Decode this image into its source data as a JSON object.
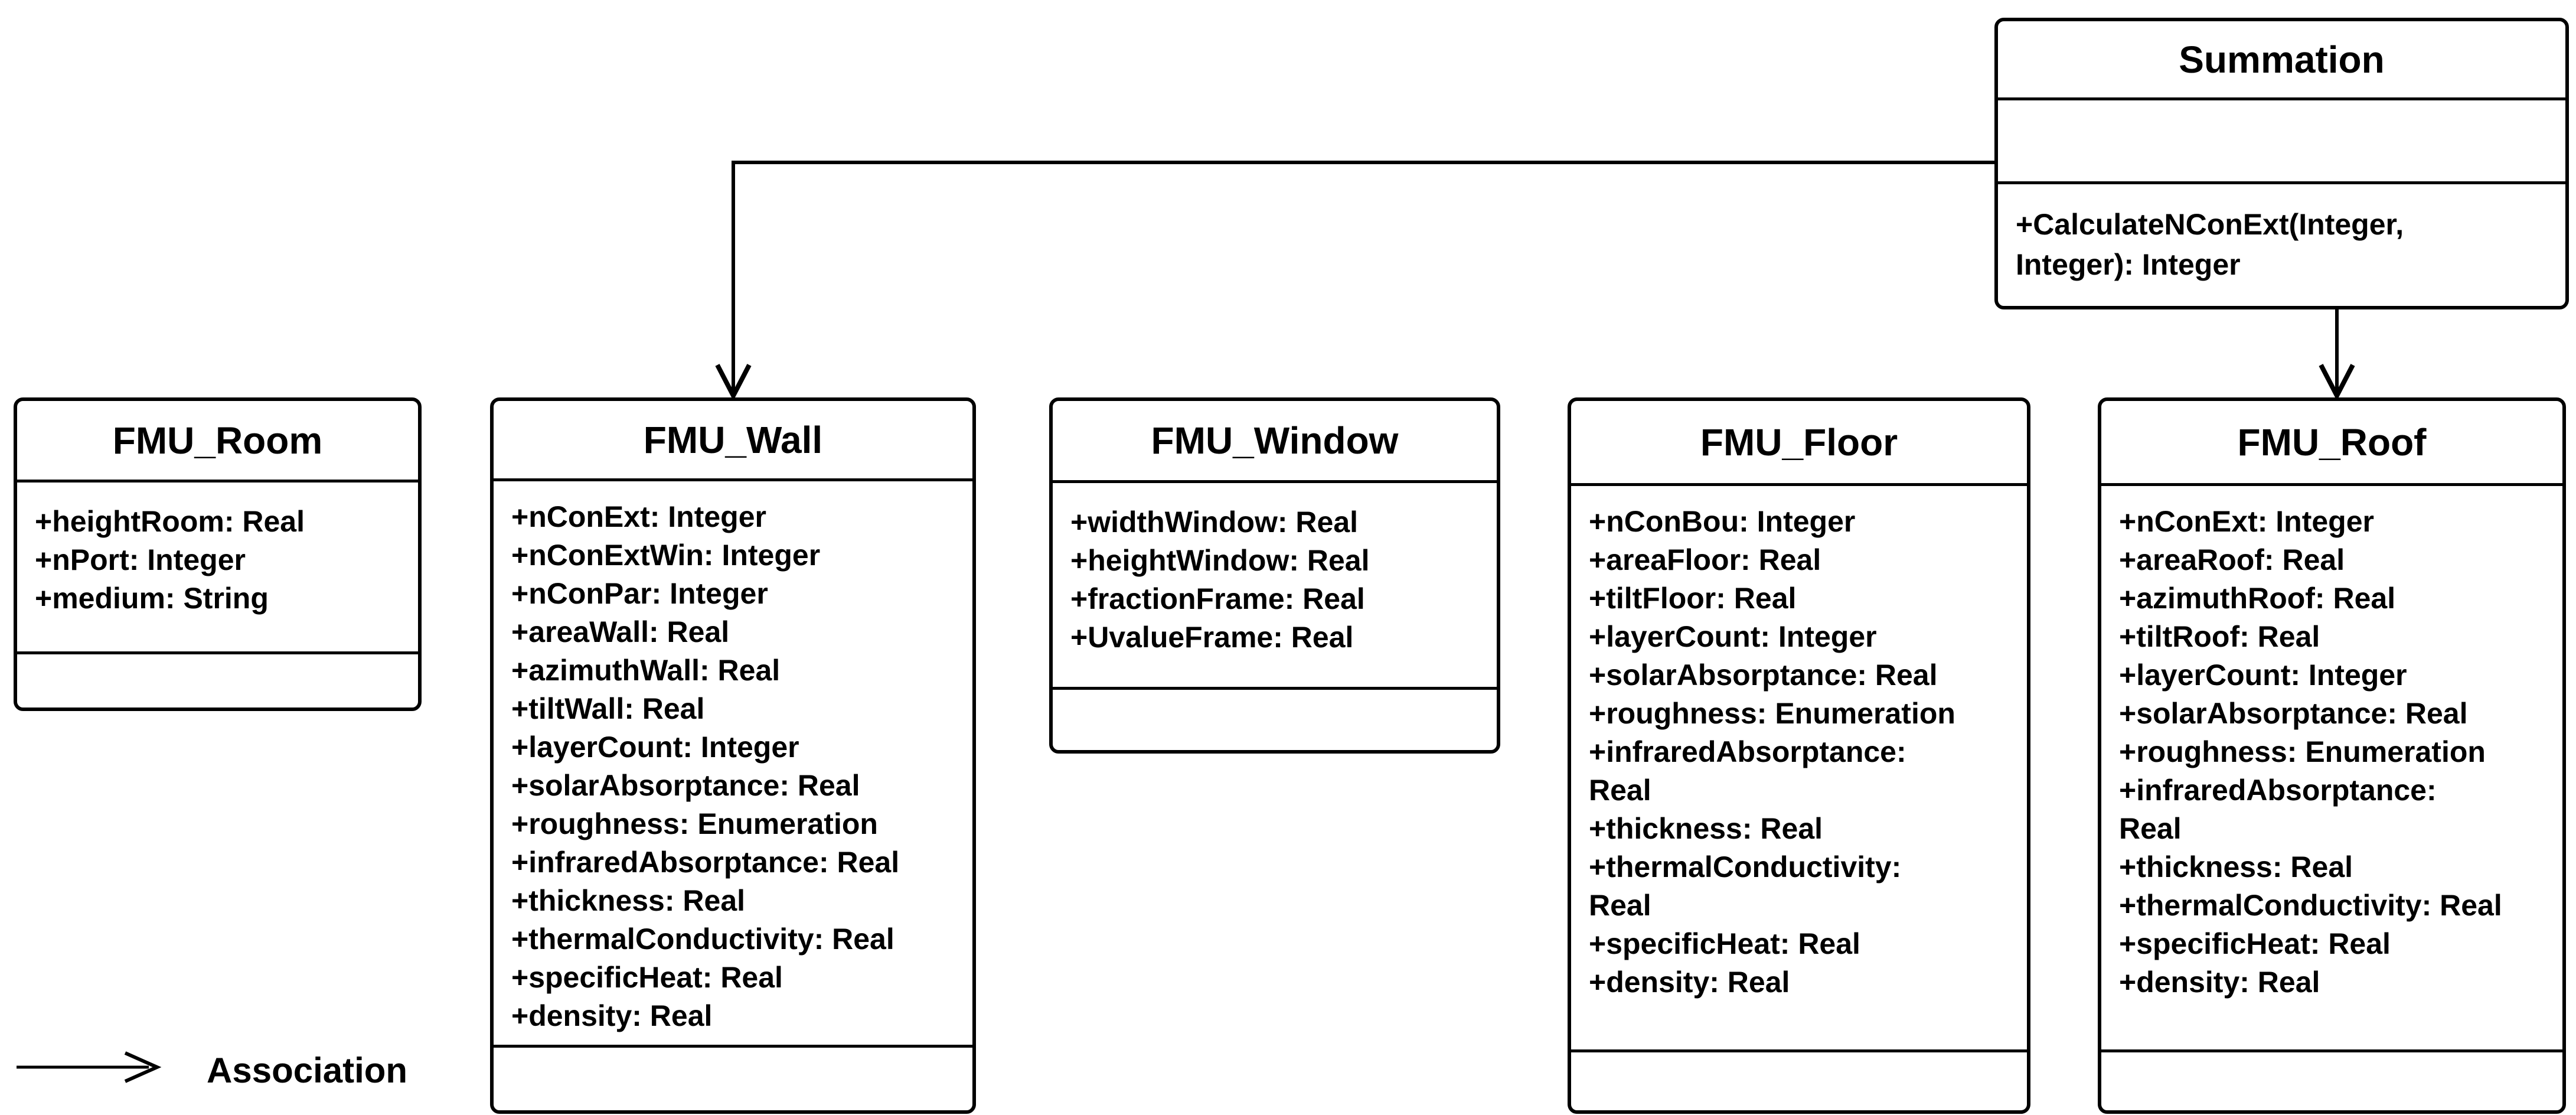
{
  "diagram_type": "uml-class-diagram",
  "colors": {
    "background": "#ffffff",
    "line": "#000000",
    "text": "#000000"
  },
  "classes": [
    {
      "name": "Summation",
      "attribute_lines": [],
      "operation_lines": [
        "+CalculateNConExt(Integer,",
        "Integer): Integer"
      ]
    },
    {
      "name": "FMU_Room",
      "attribute_lines": [
        "+heightRoom: Real",
        "+nPort: Integer",
        "+medium: String"
      ],
      "operation_lines": []
    },
    {
      "name": "FMU_Wall",
      "attribute_lines": [
        "+nConExt: Integer",
        "+nConExtWin: Integer",
        "+nConPar: Integer",
        "+areaWall: Real",
        "+azimuthWall: Real",
        "+tiltWall: Real",
        "+layerCount: Integer",
        "+solarAbsorptance: Real",
        "+roughness: Enumeration",
        "+infraredAbsorptance: Real",
        "+thickness: Real",
        "+thermalConductivity: Real",
        "+specificHeat: Real",
        "+density: Real"
      ],
      "operation_lines": []
    },
    {
      "name": "FMU_Window",
      "attribute_lines": [
        "+widthWindow: Real",
        "+heightWindow: Real",
        "+fractionFrame: Real",
        "+UvalueFrame: Real"
      ],
      "operation_lines": []
    },
    {
      "name": "FMU_Floor",
      "attribute_lines": [
        "+nConBou: Integer",
        "+areaFloor: Real",
        "+tiltFloor: Real",
        "+layerCount: Integer",
        "+solarAbsorptance: Real",
        "+roughness: Enumeration",
        "+infraredAbsorptance:",
        "Real",
        "+thickness: Real",
        "+thermalConductivity:",
        "Real",
        "+specificHeat: Real",
        "+density: Real"
      ],
      "operation_lines": []
    },
    {
      "name": "FMU_Roof",
      "attribute_lines": [
        "+nConExt: Integer",
        "+areaRoof: Real",
        "+azimuthRoof: Real",
        "+tiltRoof: Real",
        "+layerCount: Integer",
        "+solarAbsorptance: Real",
        "+roughness: Enumeration",
        "+infraredAbsorptance:",
        "Real",
        "+thickness: Real",
        "+thermalConductivity: Real",
        "+specificHeat: Real",
        "+density: Real"
      ],
      "operation_lines": []
    }
  ],
  "associations": [
    {
      "from": "Summation",
      "to": "FMU_Wall"
    },
    {
      "from": "Summation",
      "to": "FMU_Roof"
    }
  ],
  "legend": {
    "label": "Association"
  }
}
